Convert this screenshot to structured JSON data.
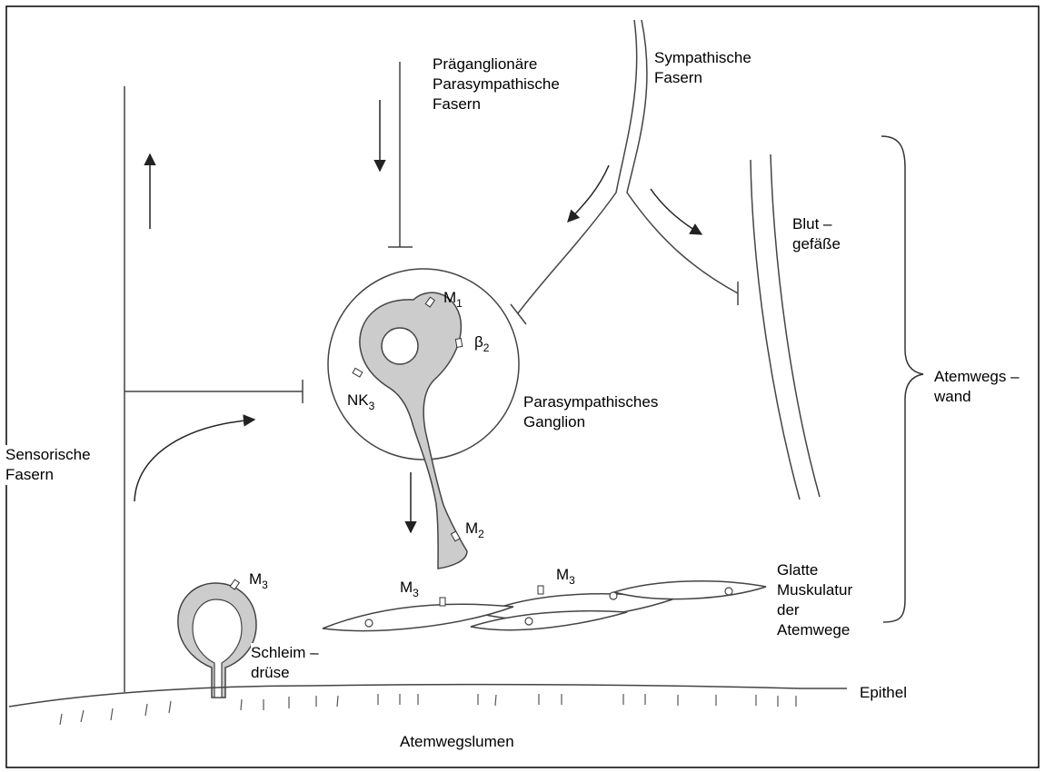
{
  "labels": {
    "preganglionic": "Präganglionäre\nParasympathische\nFasern",
    "sympathetic": "Sympathische\nFasern",
    "blood_vessels": "Blut –\ngefäße",
    "airway_wall": "Atemwegs –\nwand",
    "ganglion": "Parasympathisches\nGanglion",
    "sensory": "Sensorische\nFasern",
    "smooth_muscle": "Glatte\nMuskulatur\nder\nAtemwege",
    "mucous_gland": "Schleim –\ndrüse",
    "epithelium": "Epithel",
    "lumen": "Atemwegslumen"
  },
  "receptors": {
    "m1": {
      "main": "M",
      "sub": "1"
    },
    "beta2": {
      "main": "β",
      "sub": "2"
    },
    "nk3": {
      "main": "NK",
      "sub": "3"
    },
    "m2": {
      "main": "M",
      "sub": "2"
    },
    "m3_gland": {
      "main": "M",
      "sub": "3"
    },
    "m3_muscle_a": {
      "main": "M",
      "sub": "3"
    },
    "m3_muscle_b": {
      "main": "M",
      "sub": "3"
    }
  },
  "colors": {
    "stroke": "#222222",
    "neuron_fill": "#cccccc",
    "frame": "#000000"
  }
}
